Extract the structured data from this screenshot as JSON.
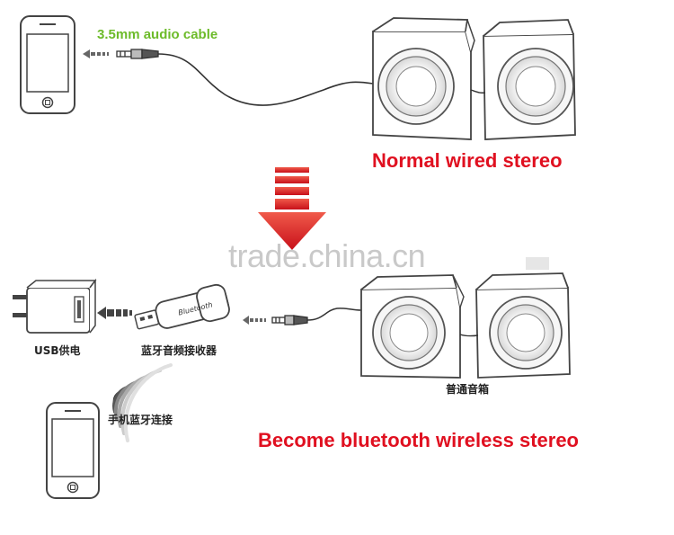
{
  "top": {
    "cable_label": "3.5mm audio cable",
    "title": "Normal wired stereo"
  },
  "bottom": {
    "usb_label": "USB供电",
    "receiver_label": "蓝牙音频接收器",
    "phone_label": "手机蓝牙连接",
    "speaker_label": "普通音箱",
    "title": "Become bluetooth wireless stereo",
    "dongle_text": "Bluetooth"
  },
  "watermark": "trade.china.cn",
  "colors": {
    "green": "#6dbb2a",
    "red": "#e01020",
    "line": "#333333"
  }
}
